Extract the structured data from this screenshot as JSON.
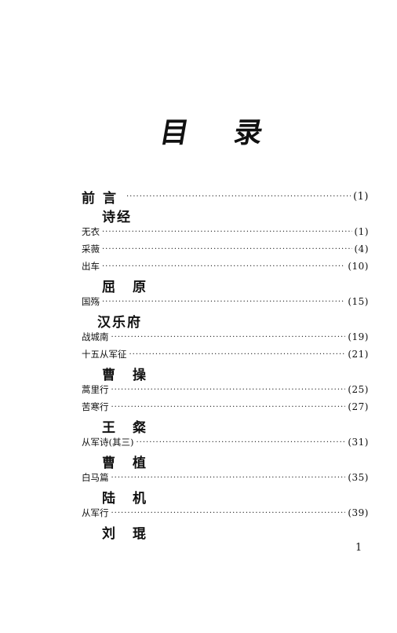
{
  "title": {
    "char1": "目",
    "char2": "录"
  },
  "preface": {
    "label": "前言",
    "page": "(1)"
  },
  "sections": [
    {
      "author": "诗经",
      "entries": [
        {
          "title": "无衣",
          "page": "(1)"
        },
        {
          "title": "采薇",
          "page": "(4)"
        },
        {
          "title": "出车",
          "page": "(10)"
        }
      ]
    },
    {
      "author": "屈原",
      "entries": [
        {
          "title": "国殇",
          "page": "(15)"
        }
      ]
    },
    {
      "author": "汉乐府",
      "entries": [
        {
          "title": "战城南",
          "page": "(19)"
        },
        {
          "title": "十五从军征",
          "page": "(21)"
        }
      ]
    },
    {
      "author": "曹操",
      "entries": [
        {
          "title": "蒿里行",
          "page": "(25)"
        },
        {
          "title": "苦寒行",
          "page": "(27)"
        }
      ]
    },
    {
      "author": "王粲",
      "entries": [
        {
          "title": "从军诗(其三)",
          "page": "(31)"
        }
      ]
    },
    {
      "author": "曹植",
      "entries": [
        {
          "title": "白马篇",
          "page": "(35)"
        }
      ]
    },
    {
      "author": "陆机",
      "entries": [
        {
          "title": "从军行",
          "page": "(39)"
        }
      ]
    },
    {
      "author": "刘琨",
      "entries": []
    }
  ],
  "folio": "1"
}
